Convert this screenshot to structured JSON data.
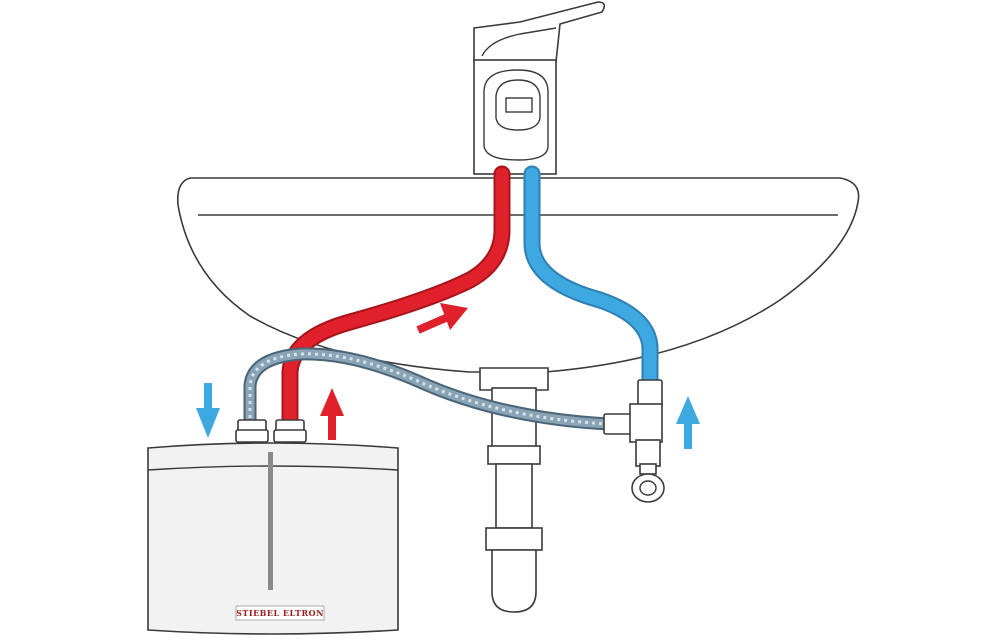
{
  "colors": {
    "hot": "#e0202a",
    "cold": "#3ea8e0",
    "braided": "#8aa4b6",
    "outline": "#3a3a3a",
    "heater_body": "#f2f2f2",
    "brand_red": "#9b1c1c"
  },
  "heater": {
    "brand_label": "STIEBEL ELTRON"
  },
  "arrows": [
    {
      "id": "cold-inlet-arrow",
      "color": "cold",
      "direction": "down"
    },
    {
      "id": "hot-outlet-arrow",
      "color": "hot",
      "direction": "up"
    },
    {
      "id": "hot-flow-arrow",
      "color": "hot",
      "direction": "up-right"
    },
    {
      "id": "cold-supply-arrow",
      "color": "cold",
      "direction": "up"
    }
  ]
}
